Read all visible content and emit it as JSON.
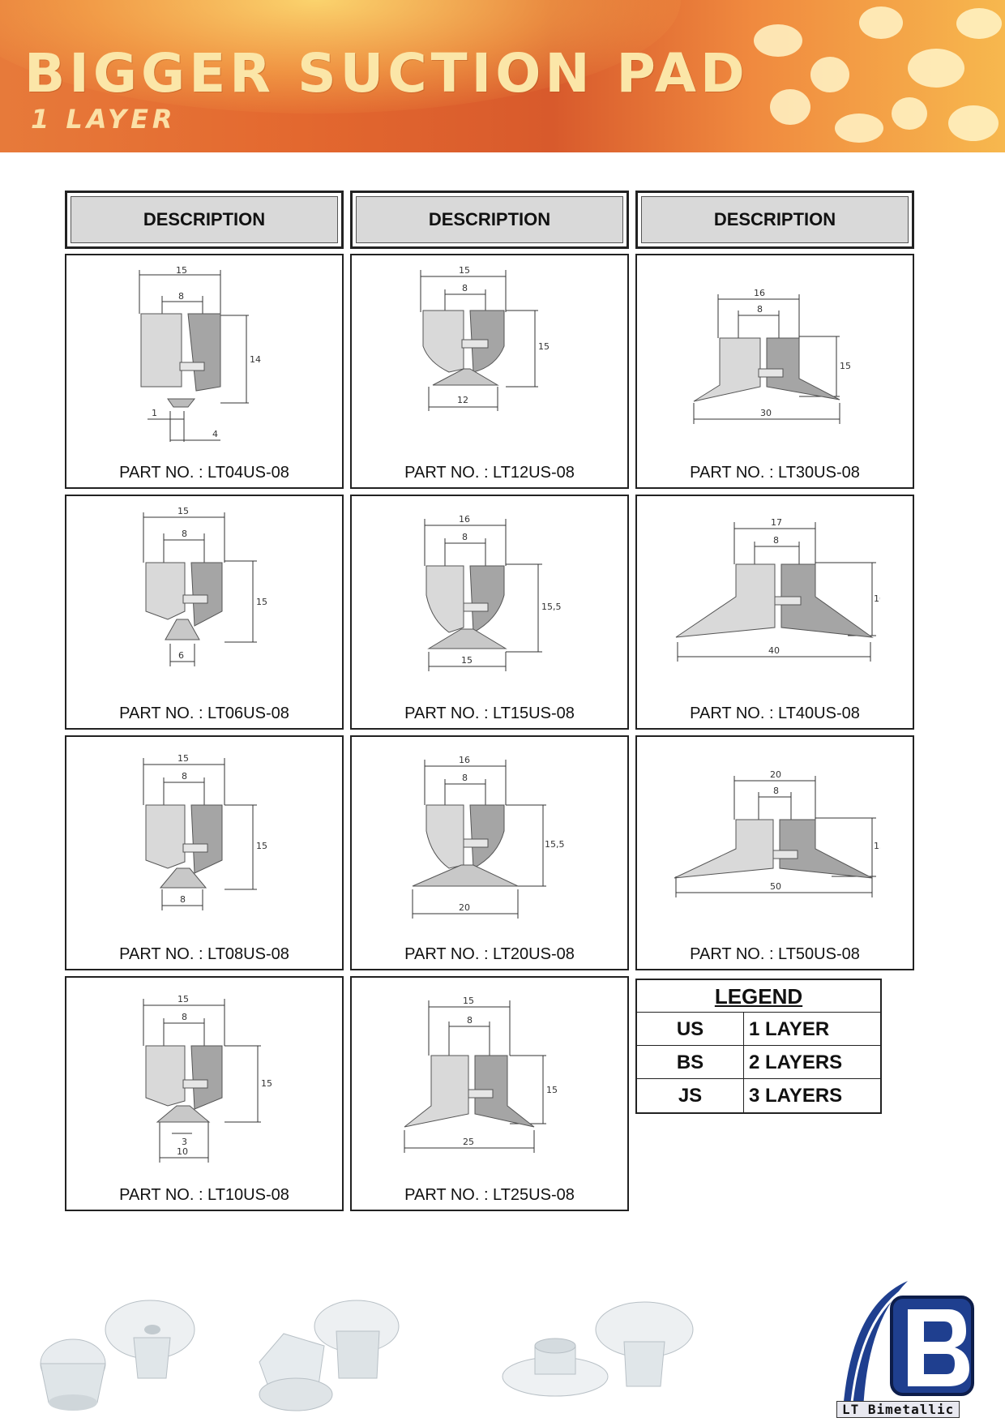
{
  "header": {
    "title": "BIGGER SUCTION PAD",
    "subtitle": "1 LAYER"
  },
  "columns": [
    "DESCRIPTION",
    "DESCRIPTION",
    "DESCRIPTION"
  ],
  "parts": [
    {
      "label": "PART NO. : LT04US-08"
    },
    {
      "label": "PART NO. : LT12US-08"
    },
    {
      "label": "PART NO. : LT30US-08"
    },
    {
      "label": "PART NO. : LT06US-08"
    },
    {
      "label": "PART NO. : LT15US-08"
    },
    {
      "label": "PART NO. : LT40US-08"
    },
    {
      "label": "PART NO. : LT08US-08"
    },
    {
      "label": "PART NO. : LT20US-08"
    },
    {
      "label": "PART NO. : LT50US-08"
    },
    {
      "label": "PART NO. : LT10US-08"
    },
    {
      "label": "PART NO. : LT25US-08"
    }
  ],
  "legend": {
    "title": "LEGEND",
    "rows": [
      {
        "code": "US",
        "meaning": "1 LAYER"
      },
      {
        "code": "BS",
        "meaning": "2 LAYERS"
      },
      {
        "code": "JS",
        "meaning": "3 LAYERS"
      }
    ]
  },
  "logo": {
    "text": "LT Bimetallic",
    "letter": "B"
  },
  "colors": {
    "banner_orange": "#e3682f",
    "banner_yellow": "#fbe6a8",
    "logo_blue": "#1f3f8f",
    "header_gray": "#d9d9d9"
  }
}
